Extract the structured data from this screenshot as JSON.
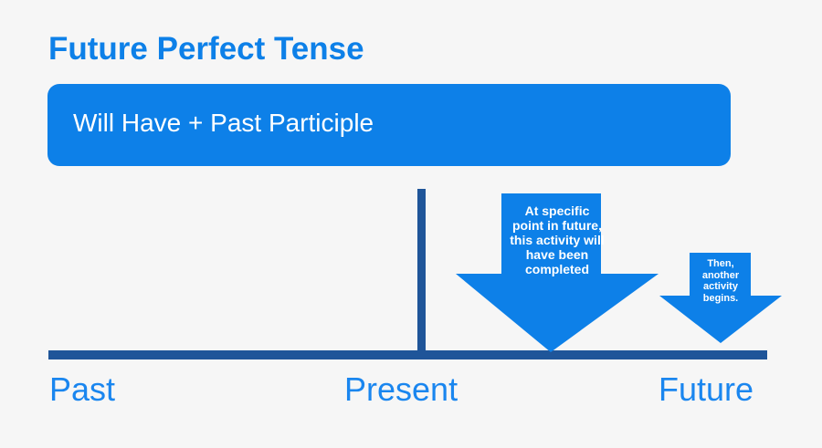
{
  "page": {
    "title": "Future Perfect Tense",
    "background_color": "#f6f6f6"
  },
  "colors": {
    "accent_blue": "#0d80e8",
    "label_blue": "#1a86ef",
    "timeline_navy": "#1f5599",
    "text_on_blue": "#ffffff"
  },
  "formula": {
    "text": "Will Have + Past Participle"
  },
  "timeline": {
    "labels": [
      {
        "name": "past",
        "text": "Past"
      },
      {
        "name": "present",
        "text": "Present"
      },
      {
        "name": "future",
        "text": "Future"
      }
    ]
  },
  "callouts": [
    {
      "name": "future-perfect-completion",
      "lines": [
        "At specific",
        "point in future,",
        "this activity will",
        "have been",
        "completed"
      ],
      "full_text": "At specific point in future, this activity will have been completed"
    },
    {
      "name": "subsequent-activity",
      "lines": [
        "Then,",
        "another",
        "activity",
        "begins."
      ],
      "full_text": "Then, another activity begins."
    }
  ]
}
